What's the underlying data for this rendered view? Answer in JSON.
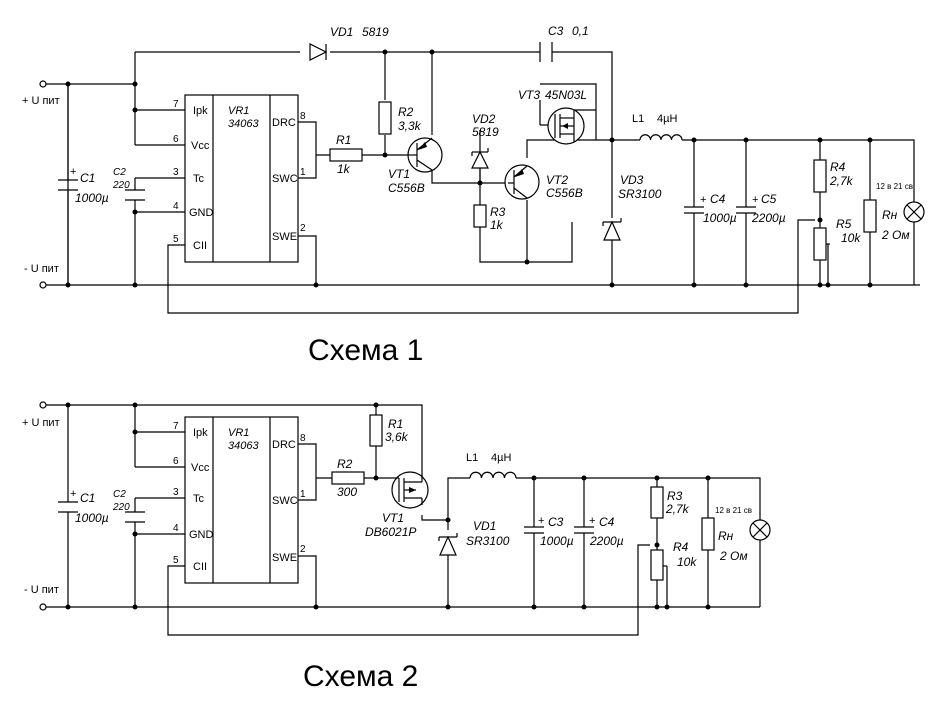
{
  "supply": {
    "plus": "+ U пит",
    "minus": "- U пит"
  },
  "ic": {
    "ref": "VR1",
    "part": "34063",
    "pins_left": [
      "Ipk",
      "Vcc",
      "Tc",
      "GND",
      "CII"
    ],
    "pins_right": [
      "DRC",
      "SWC",
      "SWE"
    ],
    "num_left": [
      "7",
      "6",
      "3",
      "4",
      "5"
    ],
    "num_right": [
      "8",
      "1",
      "2"
    ]
  },
  "lamp_note": "12 в 21 св",
  "scheme1": {
    "title": "Схема 1",
    "c1": {
      "ref": "C1",
      "value": "1000µ"
    },
    "c2": {
      "ref": "C2",
      "value": "220"
    },
    "vd1": {
      "ref": "VD1",
      "value": "5819"
    },
    "c3": {
      "ref": "C3",
      "value": "0,1"
    },
    "r1": {
      "ref": "R1",
      "value": "1k"
    },
    "r2": {
      "ref": "R2",
      "value": "3,3k"
    },
    "vt1": {
      "ref": "VT1",
      "value": "C556B"
    },
    "vd2": {
      "ref": "VD2",
      "value": "5819"
    },
    "vt2": {
      "ref": "VT2",
      "value": "C556B"
    },
    "r3": {
      "ref": "R3",
      "value": "1k"
    },
    "vt3": {
      "ref": "VT3",
      "value": "45N03L"
    },
    "l1": {
      "ref": "L1",
      "value": "4µH"
    },
    "vd3": {
      "ref": "VD3",
      "value": "SR3100"
    },
    "c4": {
      "ref": "C4",
      "value": "1000µ"
    },
    "c5": {
      "ref": "C5",
      "value": "2200µ"
    },
    "r4": {
      "ref": "R4",
      "value": "2,7k"
    },
    "r5": {
      "ref": "R5",
      "value": "10k"
    },
    "rn": {
      "ref": "Rн",
      "value": "2 Ом"
    }
  },
  "scheme2": {
    "title": "Схема 2",
    "c1": {
      "ref": "C1",
      "value": "1000µ"
    },
    "c2": {
      "ref": "C2",
      "value": "220"
    },
    "r1": {
      "ref": "R1",
      "value": "3,6k"
    },
    "r2": {
      "ref": "R2",
      "value": "300"
    },
    "vt1": {
      "ref": "VT1",
      "value": "DB6021P"
    },
    "l1": {
      "ref": "L1",
      "value": "4µH"
    },
    "vd1": {
      "ref": "VD1",
      "value": "SR3100"
    },
    "c3": {
      "ref": "C3",
      "value": "1000µ"
    },
    "c4": {
      "ref": "C4",
      "value": "2200µ"
    },
    "r3": {
      "ref": "R3",
      "value": "2,7k"
    },
    "r4": {
      "ref": "R4",
      "value": "10k"
    },
    "rn": {
      "ref": "Rн",
      "value": "2 Ом"
    }
  }
}
